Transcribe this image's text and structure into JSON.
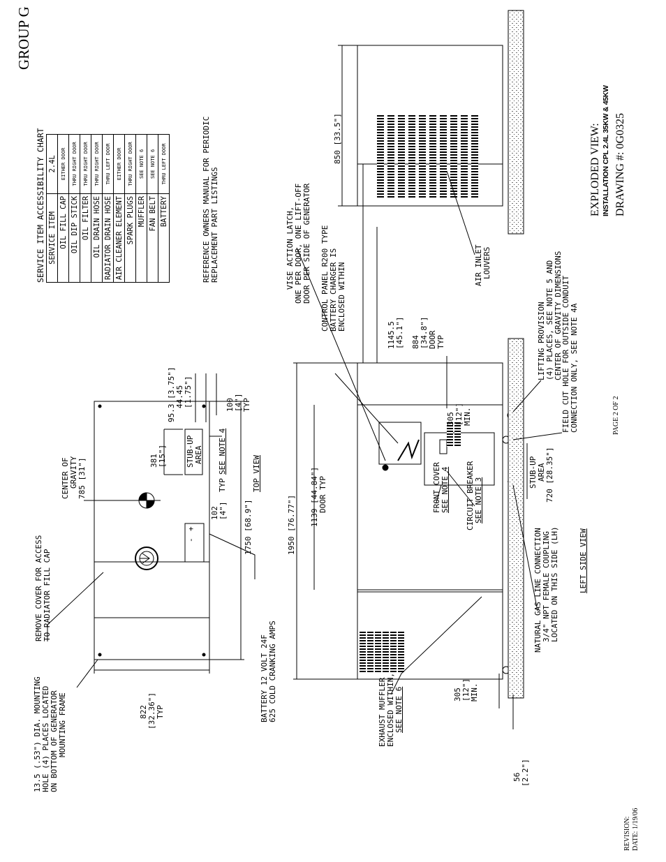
{
  "header": {
    "group": "GROUP G",
    "title": "EXPLODED VIEW:",
    "subtitle": "INSTALLATION CPL 2.4L 35KW & 45KW",
    "drawing": "DRAWING #: 0G0325",
    "page": "PAGE 2 OF 2",
    "revision": "REVISION:",
    "date": "DATE: 1/19/06"
  },
  "chart": {
    "title": "SERVICE ITEM ACCESSIBILITY CHART",
    "col1": "SERVICE ITEM",
    "col2": "2.4L",
    "rows": [
      {
        "item": "OIL FILL CAP",
        "access": "EITHER DOOR"
      },
      {
        "item": "OIL DIP STICK",
        "access": "THRU RIGHT DOOR"
      },
      {
        "item": "OIL FILTER",
        "access": "THRU RIGHT DOOR"
      },
      {
        "item": "OIL DRAIN HOSE",
        "access": "THRU RIGHT DOOR"
      },
      {
        "item": "RADIATOR DRAIN HOSE",
        "access": "THRU LEFT DOOR"
      },
      {
        "item": "AIR CLEANER ELEMENT",
        "access": "EITHER DOOR"
      },
      {
        "item": "SPARK PLUGS",
        "access": "THRU RIGHT DOOR"
      },
      {
        "item": "MUFFLER",
        "access": "SEE NOTE 6"
      },
      {
        "item": "FAN BELT",
        "access": "SEE NOTE 6"
      },
      {
        "item": "BATTERY",
        "access": "THRU LEFT DOOR"
      }
    ],
    "note1": "REFERENCE OWNERS MANUAL FOR PERIODIC",
    "note2": "REPLACEMENT PART LISTINGS"
  },
  "top_view": {
    "label": "TOP VIEW",
    "remove1": "REMOVE COVER FOR ACCESS",
    "remove2": "TO RADIATOR FILL CAP",
    "mount1": "13.5 (.53\") DIA. MOUNTING",
    "mount2": "HOLE (4) PLACES LOCATED",
    "mount3": "ON BOTTOM OF GENERATOR",
    "mount4": "MOUNTING FRAME",
    "cg1": "CENTER OF",
    "cg2": "GRAVITY",
    "cg3": "785  [31\"]",
    "d381a": "381",
    "d381b": "[15\"]",
    "d953": "95.3  [3.75\"]",
    "d4445a": "44.45",
    "d4445b": "[1.75\"]",
    "d100a": "100",
    "d100b": "[4\"]",
    "d100c": "TYP",
    "stub1": "STUB-UP",
    "stub2": "AREA",
    "seenote4": "SEE NOTE 4",
    "d102a": "102",
    "d102b": "[4\"]",
    "d1750typ": "TYP",
    "d1750": "1750  [68.9\"]",
    "d822a": "822",
    "d822b": "[32.36\"]",
    "d822c": "TYP",
    "batt1": "BATTERY 12 VOLT 24F",
    "batt2": "625 COLD CRANKING AMPS",
    "plus": "+",
    "minus": "-"
  },
  "left_view": {
    "label": "LEFT SIDE VIEW",
    "vise1": "VISE ACTION LATCH,",
    "vise2": "ONE PER DOOR, ONE LIFT-OFF",
    "vise3": "DOOR PER SIDE OF GENERATOR",
    "ctrl1": "CONTROL PANEL R200 TYPE",
    "ctrl2": "BATTERY CHARGER IS",
    "ctrl3": "ENCLOSED WITHIN",
    "d1950": "1950  [76.77\"]",
    "d1139a": "1139  [44.84\"]",
    "d1139b": "DOOR TYP",
    "d11455a": "1145.5",
    "d11455b": "[45.1\"]",
    "d884a": "884",
    "d884b": "[34.8\"]",
    "d884c": "DOOR",
    "d884d": "TYP",
    "d305a": "305",
    "d305b": "[12\"]",
    "d305c": "MIN.",
    "front1": "FRONT COVER",
    "front2": "SEE NOTE 4",
    "cb1": "CIRCUIT BREAKER",
    "cb2": "SEE NOTE 3",
    "stubA": "STUB-UP",
    "stubB": "AREA",
    "d720": "720  [28.35\"]",
    "lift1": "LIFTING PROVISION",
    "lift2": "(4) PLACES, SEE NOTE 5 AND",
    "lift3": "CENTER OF GRAVITY DIMENSIONS",
    "field1": "FIELD CUT HOLE FOR OUTSIDE CONDUIT",
    "field2": "CONNECTION ONLY, SEE NOTE 4A",
    "gas1": "NATURAL GAS LINE CONNECTION",
    "gas2": "3/4\" NPT FEMALE COUPLING",
    "gas3": "LOCATED ON THIS SIDE (LH)",
    "exh1": "EXHAUST MUFFLER",
    "exh2": "ENCLOSED WITHIN,",
    "exh3": "SEE NOTE 6",
    "d305d": "305",
    "d305e": "[12\"]",
    "d305f": "MIN.",
    "d56a": "56",
    "d56b": "[2.2\"]"
  },
  "end_view": {
    "d850": "850  [33.5\"]",
    "air1": "AIR INLET",
    "air2": "LOUVERS"
  }
}
